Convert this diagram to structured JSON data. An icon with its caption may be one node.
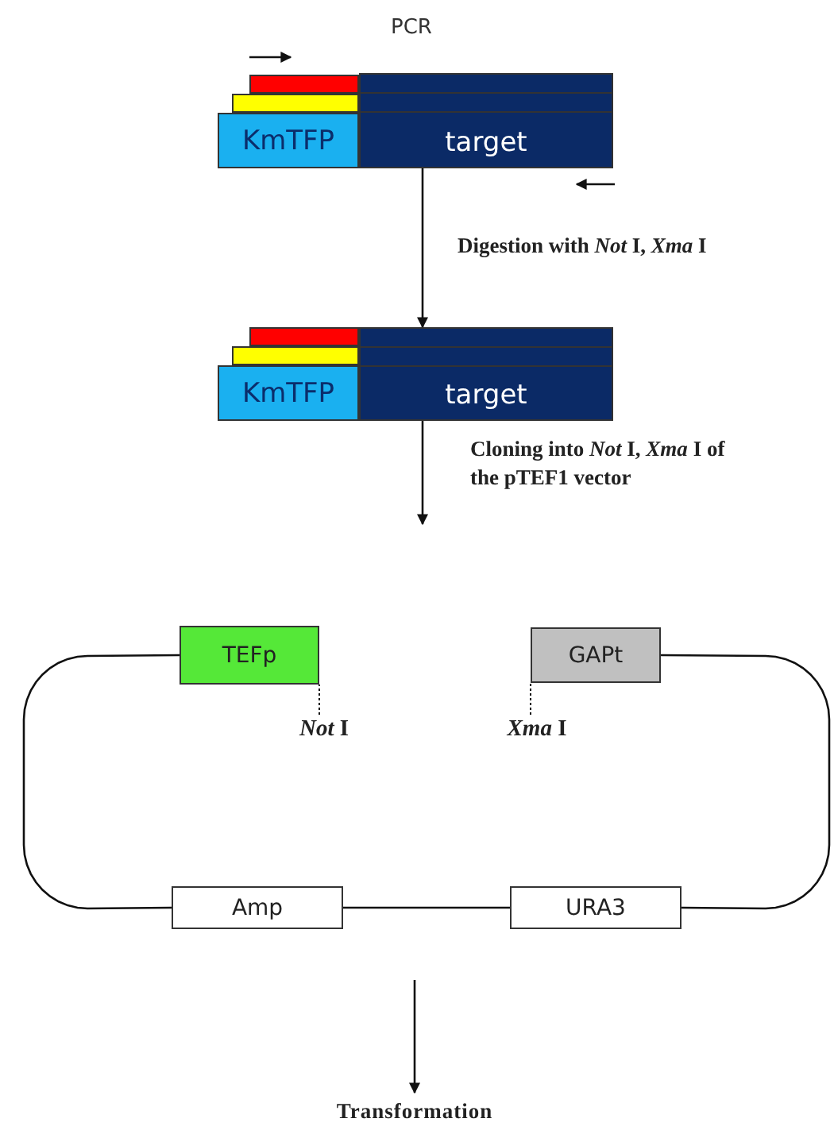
{
  "diagram": {
    "nodes": [
      {
        "text": [
          "KmTFP"
        ]
      },
      {
        "text": [
          "target"
        ]
      },
      {
        "text": [
          "KmTFP"
        ]
      },
      {
        "text": [
          "target"
        ]
      },
      {
        "text": [
          "TEFp"
        ]
      },
      {
        "text": [
          "GAPt"
        ]
      },
      {
        "text": [
          "Amp"
        ]
      },
      {
        "text": [
          "URA3"
        ]
      },
      {
        "text": [
          "*Not* I"
        ]
      },
      {
        "text": [
          "*Xma* I"
        ]
      },
      {
        "text": [
          "Transformation"
        ]
      }
    ],
    "edges": [
      {
        "from": 1,
        "to": 3,
        "arrow": "to",
        "label": "Digestion with *Not* I, *Xma* I"
      },
      {
        "from": 3,
        "to": null,
        "arrow": "to",
        "label": "Cloning into *Not* I, *Xma* I of the pTEF1 vector"
      },
      {
        "from": null,
        "to": 10,
        "arrow": "to"
      },
      {
        "from": 4,
        "to": 6,
        "arrow": "none"
      },
      {
        "from": 6,
        "to": 7,
        "arrow": "none"
      },
      {
        "from": 7,
        "to": 5,
        "arrow": "none"
      },
      {
        "from": 8,
        "to": 4,
        "arrow": "none",
        "style": "dashed"
      },
      {
        "from": 9,
        "to": 5,
        "arrow": "none",
        "style": "dashed"
      }
    ],
    "labels": [
      "PCR"
    ]
  }
}
